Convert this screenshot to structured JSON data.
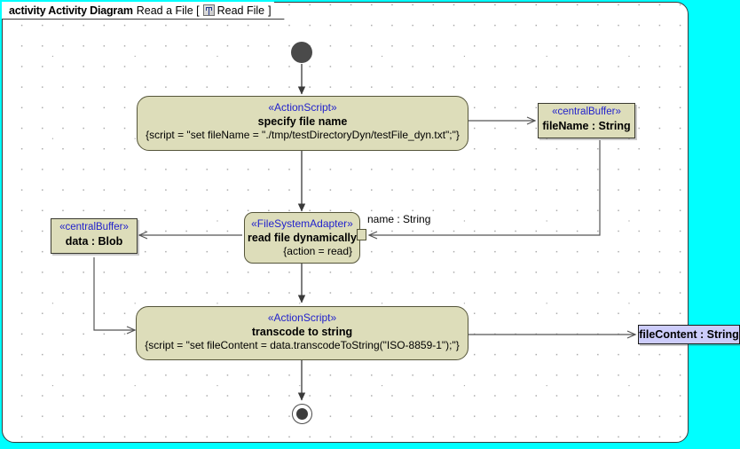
{
  "frame": {
    "keyword": "activity Activity Diagram",
    "name": "Read a File [",
    "icon": "activity-diagram-icon",
    "icon_label": "Read File",
    "close_bracket": "]"
  },
  "colors": {
    "canvas": "#00ffff",
    "frame_bg": "#ffffff",
    "action_fill": "#ddddba",
    "action_border": "#55553a",
    "stereotype_text": "#2222cc",
    "param_fill": "#ccccfa",
    "node_dark": "#4a4a4a",
    "edge": "#3a3a3a"
  },
  "nodes": {
    "initial": {
      "name": "initial-node"
    },
    "specify_file_name": {
      "stereotype": "«ActionScript»",
      "title": "specify file name",
      "constraint": "{script = \"set fileName = \"./tmp/testDirectoryDyn/testFile_dyn.txt\";\"}"
    },
    "filename_buffer": {
      "stereotype": "«centralBuffer»",
      "title": "fileName : String"
    },
    "read_file": {
      "stereotype": "«FileSystemAdapter»",
      "title": "read file dynamically",
      "constraint": "{action = read}",
      "input_pin_label": "name : String"
    },
    "data_buffer": {
      "stereotype": "«centralBuffer»",
      "title": "data : Blob"
    },
    "transcode": {
      "stereotype": "«ActionScript»",
      "title": "transcode to string",
      "constraint": "{script = \"set fileContent = data.transcodeToString(\"ISO-8859-1\");\"}"
    },
    "file_content_param": {
      "title": "fileContent : String"
    },
    "final": {
      "name": "activity-final-node"
    }
  }
}
